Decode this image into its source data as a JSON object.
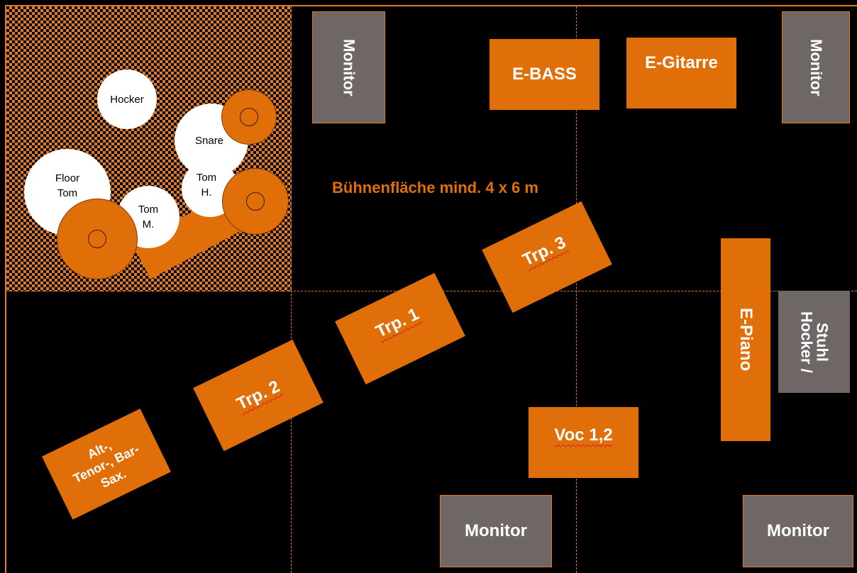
{
  "stage": {
    "caption": "Bühnenfläche mind. 4 x 6 m",
    "colors": {
      "background": "#000000",
      "accent": "#e06f0a",
      "monitor": "#6e6766"
    }
  },
  "drums": {
    "hocker": "Hocker",
    "snare": "Snare",
    "floor_tom_line1": "Floor",
    "floor_tom_line2": "Tom",
    "tom_m_line1": "Tom",
    "tom_m_line2": "M.",
    "tom_h_line1": "Tom",
    "tom_h_line2": "H."
  },
  "monitors": {
    "top_left": "Monitor",
    "top_right": "Monitor",
    "bottom_center": "Monitor",
    "bottom_right": "Monitor"
  },
  "instruments": {
    "bass": "E-BASS",
    "guitar": "E-Gitarre",
    "piano": "E-Piano",
    "piano_chair_line1": "Hocker /",
    "piano_chair_line2": "Stuhl",
    "trp1": "Trp. 1",
    "trp2": "Trp. 2",
    "trp3": "Trp. 3",
    "vocals": "Voc 1,2",
    "sax_line1": "Alt-,",
    "sax_line2": "Tenor-, Bar-",
    "sax_line3": "Sax."
  }
}
